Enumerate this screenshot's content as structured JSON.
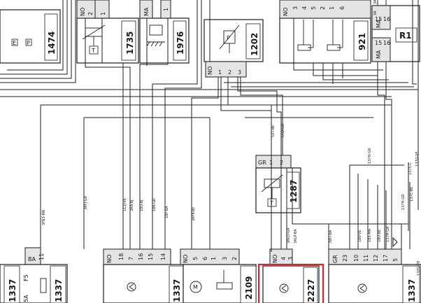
{
  "components": [
    {
      "id": "1474"
    },
    {
      "id": "1735"
    },
    {
      "id": "1976"
    },
    {
      "id": "1202"
    },
    {
      "id": "921"
    },
    {
      "id": "R1"
    },
    {
      "id": "1287"
    },
    {
      "id": "1337"
    },
    {
      "id": "2109"
    },
    {
      "id": "2227"
    }
  ],
  "connectors": {
    "c1735": "NO",
    "c1976": "MA",
    "c1202": "NO",
    "c921": "NO",
    "cR1a": "MA",
    "cR1b": "MA",
    "c1287": "GR",
    "c1337a": "BA",
    "c1337b": "NO",
    "c2109": "NO",
    "c2227": "NO",
    "c1337c": "GR"
  },
  "pins": {
    "p1735": [
      "2",
      "1"
    ],
    "p1976": [
      "1"
    ],
    "p1202": [
      "1",
      "2",
      "3"
    ],
    "p921": [
      "3",
      "4",
      "5",
      "2",
      "1",
      "6"
    ],
    "pR1": [
      "15",
      "16",
      "15",
      "16"
    ],
    "p1287": [
      "1",
      "2"
    ],
    "p1337a": [
      "11"
    ],
    "p1337b": [
      "18",
      "7",
      "16",
      "15",
      "14"
    ],
    "p2109": [
      "5",
      "6",
      "1",
      "3",
      "2"
    ],
    "p2227": [
      "4",
      "3"
    ],
    "p1337c": [
      "23",
      "10",
      "11",
      "12",
      "17",
      "5"
    ]
  },
  "fuse": "F5",
  "fuse_sub": "5A",
  "box_symbols": {
    "left_a": "E",
    "left_b": "P",
    "p1202": "P",
    "t1735": "T",
    "t1287": "T",
    "m2109": "M"
  },
  "wire_labels": {
    "w3FB3": "3FB3-MA",
    "w3AFJ": "3AFJ-GR",
    "w112": "112J-VE",
    "w3AA": "3AA-BJ",
    "w18U": "18U-BJ",
    "w18K": "18K-GR",
    "w18F": "18F-BA",
    "w3AFK": "3AFK-BE",
    "w5XT": "5XT-BE",
    "w5TD": "5TD-GR",
    "w3ALO": "3ALO-GR",
    "w3ALP": "3ALP-BA",
    "w3WT": "3WT-BA",
    "w18V": "18V-VE",
    "w18X": "18X-MA",
    "w18U2": "18U-BE",
    "w137H": "137H-GR",
    "w137Hb": "137H-GR",
    "w137Hc": "137H-GR",
    "w137G": "137G-VE",
    "w137Gb": "137G-VE",
    "w137c": "137C-BE",
    "w137d": "1375-C",
    "w3A1": "3A",
    "w3A2": "3A"
  }
}
